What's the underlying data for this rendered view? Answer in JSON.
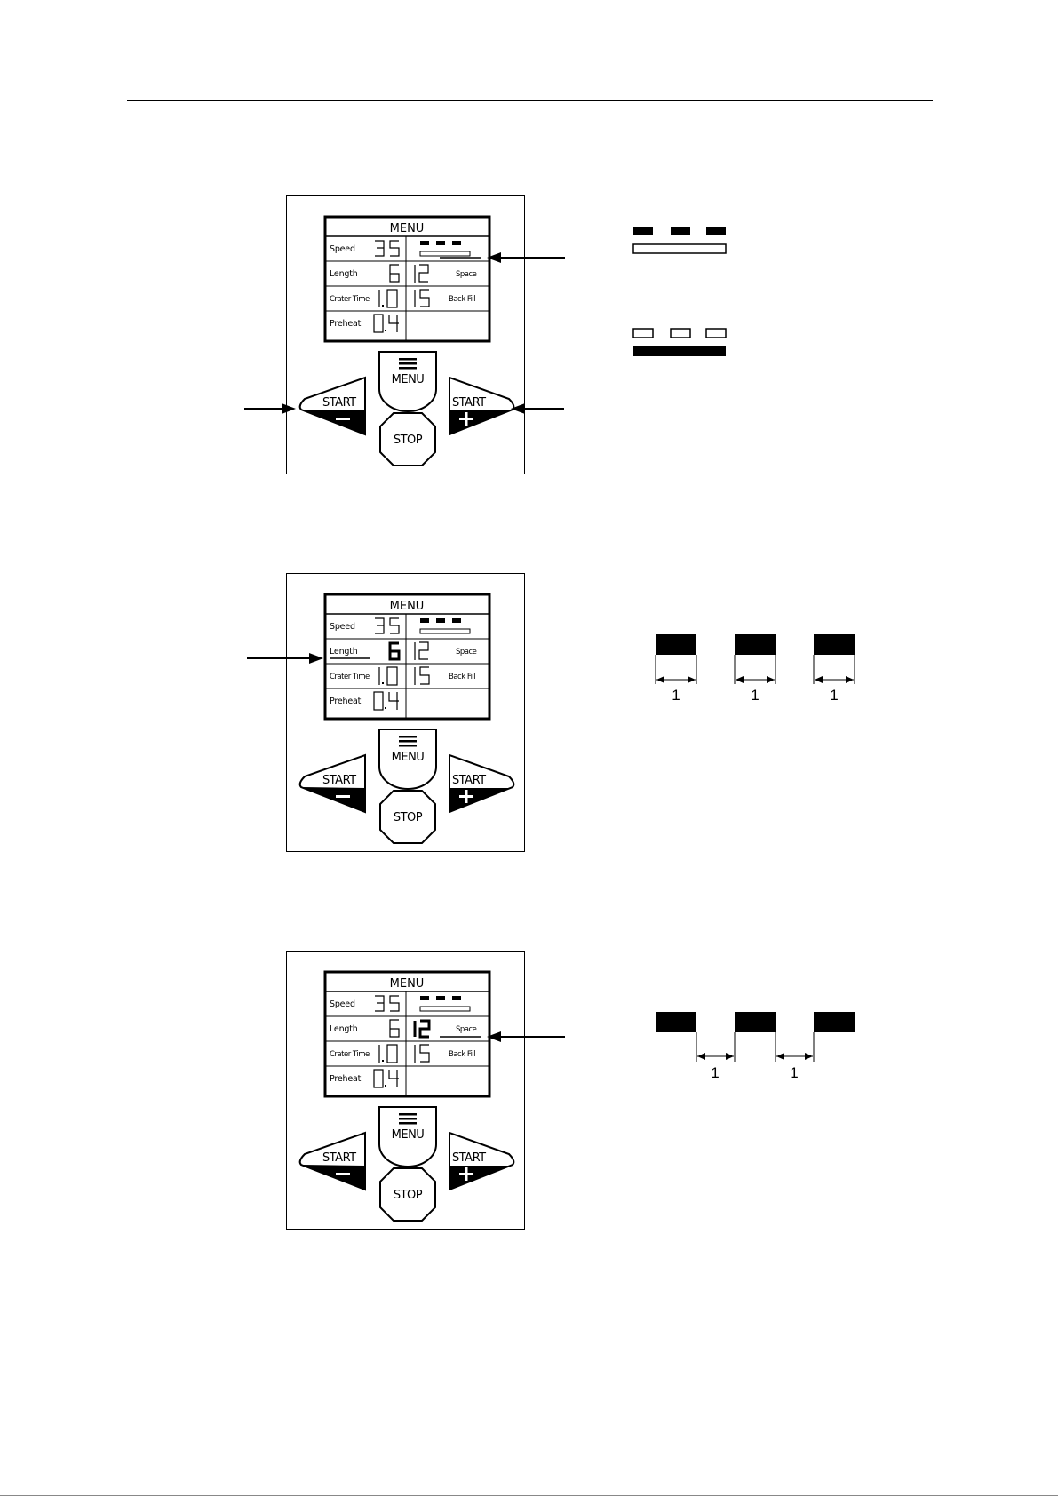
{
  "panel": {
    "menu_title": "MENU",
    "rows": [
      {
        "label": "Speed",
        "value": "35"
      },
      {
        "label": "Length",
        "value": "6",
        "right_value": "12",
        "right_label": "Space"
      },
      {
        "label": "Crater Time",
        "value": "1.0",
        "right_value": "15",
        "right_label": "Back Fill"
      },
      {
        "label": "Preheat",
        "value": "0.4"
      }
    ],
    "buttons": {
      "menu": "MENU",
      "stop": "STOP",
      "start_minus": "START",
      "start_plus": "START"
    }
  },
  "figures": [
    {
      "highlight": "pattern-bar"
    },
    {
      "highlight": "length"
    },
    {
      "highlight": "space"
    }
  ],
  "dimensions": {
    "length_marks": [
      "1",
      "1",
      "1"
    ],
    "space_marks": [
      "1",
      "1"
    ]
  }
}
